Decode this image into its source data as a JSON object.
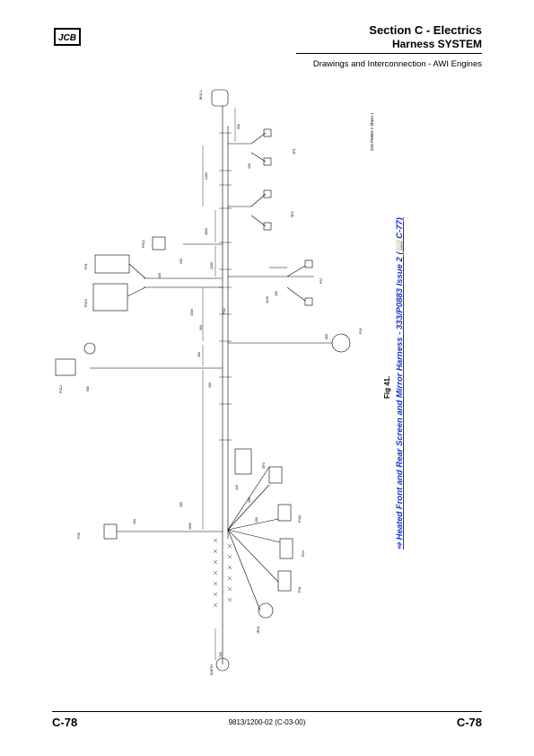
{
  "header": {
    "section": "Section C - Electrics",
    "subsection": "Harness SYSTEM",
    "description": "Drawings and Interconnection - AWI Engines"
  },
  "figure": {
    "caption": "Fig 41.",
    "link_text": "⇨ Heated Front and Rear Screen and Mirror Harness - 333/P0883 Issue 2 (📖 C-77)",
    "drawing_number": "333-P0883-2 Sheet 1"
  },
  "connectors": [
    {
      "label": "JRS1.1"
    },
    {
      "label": "SP1"
    },
    {
      "label": "SP2"
    },
    {
      "label": "PS13"
    },
    {
      "label": "PS1"
    },
    {
      "label": "PS10"
    },
    {
      "label": "PS12"
    },
    {
      "label": "PS2"
    },
    {
      "label": "PS3"
    },
    {
      "label": "PS11"
    },
    {
      "label": "PS4"
    },
    {
      "label": "PS7"
    },
    {
      "label": "PS1"
    },
    {
      "label": "EARTH"
    },
    {
      "label": "PS5"
    },
    {
      "label": "JRS1"
    },
    {
      "label": "SP3"
    }
  ],
  "lengths": [
    "950",
    "150",
    "2400",
    "1800",
    "2300",
    "400",
    "1500",
    "300",
    "180",
    "300",
    "580",
    "1100",
    "150",
    "450",
    "250",
    "800",
    "200",
    "1650",
    "210",
    "180",
    "150",
    "150"
  ],
  "footer": {
    "page_left": "C-78",
    "doc_ref": "9813/1200-02 (C-03-00)",
    "page_right": "C-78"
  },
  "colors": {
    "link": "#1a2fd6",
    "logo_yellow": "#f6c400"
  }
}
